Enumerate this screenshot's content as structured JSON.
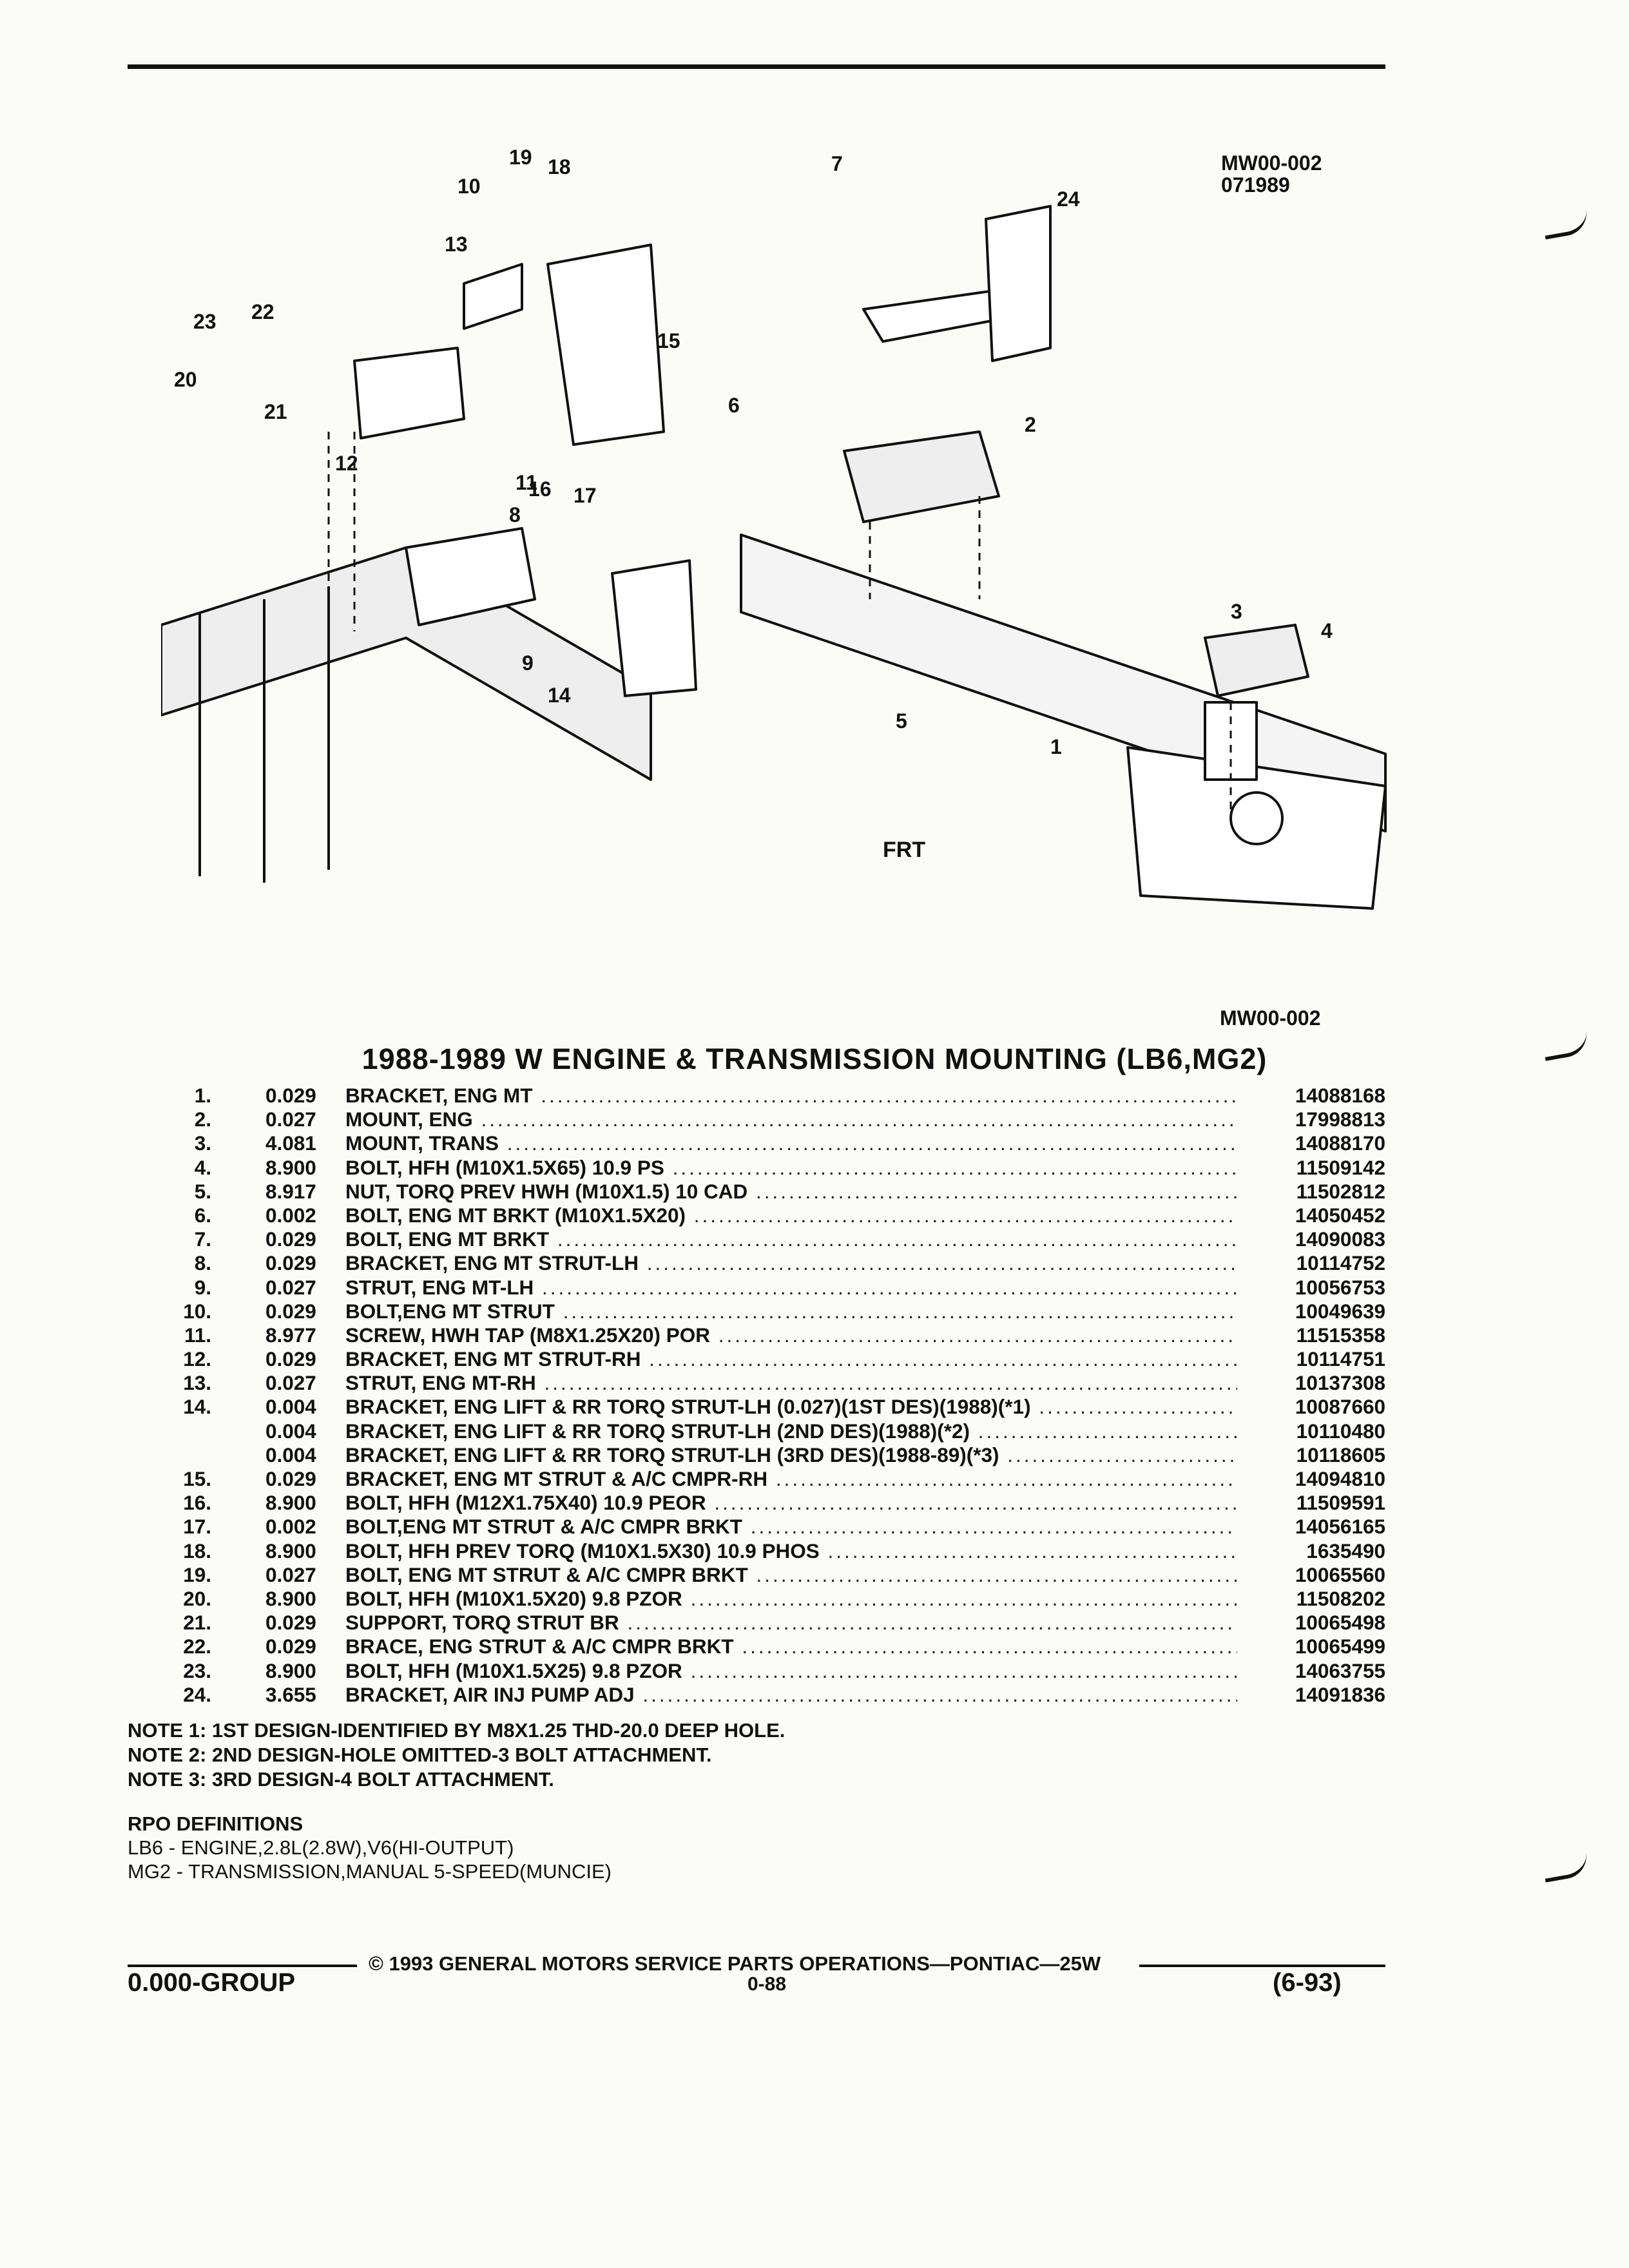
{
  "header": {
    "diagram_code": "MW00-002",
    "diagram_date": "071989"
  },
  "diagram": {
    "caption_code": "MW00-002",
    "front_marker": "FRT",
    "callouts": [
      "1",
      "2",
      "3",
      "4",
      "5",
      "6",
      "7",
      "8",
      "9",
      "10",
      "11",
      "12",
      "13",
      "14",
      "15",
      "16",
      "17",
      "18",
      "19",
      "20",
      "21",
      "22",
      "23",
      "24"
    ]
  },
  "title": "1988-1989 W ENGINE & TRANSMISSION MOUNTING (LB6,MG2)",
  "parts": [
    {
      "num": "1.",
      "qty": "0.029",
      "name": "BRACKET",
      "desc": ", ENG MT",
      "part": "14088168"
    },
    {
      "num": "2.",
      "qty": "0.027",
      "name": "MOUNT",
      "desc": ", ENG",
      "part": "17998813"
    },
    {
      "num": "3.",
      "qty": "4.081",
      "name": "MOUNT",
      "desc": ", TRANS",
      "part": "14088170"
    },
    {
      "num": "4.",
      "qty": "8.900",
      "name": "BOLT",
      "desc": ", HFH (M10X1.5X65) 10.9 PS",
      "part": "11509142"
    },
    {
      "num": "5.",
      "qty": "8.917",
      "name": "NUT",
      "desc": ", TORQ PREV HWH (M10X1.5) 10 CAD",
      "part": "11502812"
    },
    {
      "num": "6.",
      "qty": "0.002",
      "name": "BOLT",
      "desc": ", ENG MT BRKT (M10X1.5X20)",
      "part": "14050452"
    },
    {
      "num": "7.",
      "qty": "0.029",
      "name": "BOLT",
      "desc": ", ENG MT BRKT",
      "part": "14090083"
    },
    {
      "num": "8.",
      "qty": "0.029",
      "name": "BRACKET",
      "desc": ", ENG MT STRUT-LH",
      "part": "10114752"
    },
    {
      "num": "9.",
      "qty": "0.027",
      "name": "STRUT",
      "desc": ", ENG MT-LH",
      "part": "10056753"
    },
    {
      "num": "10.",
      "qty": "0.029",
      "name": "BOLT",
      "desc": ",ENG MT STRUT",
      "part": "10049639"
    },
    {
      "num": "11.",
      "qty": "8.977",
      "name": "SCREW",
      "desc": ", HWH TAP (M8X1.25X20) POR",
      "part": "11515358"
    },
    {
      "num": "12.",
      "qty": "0.029",
      "name": "BRACKET",
      "desc": ", ENG MT STRUT-RH",
      "part": "10114751"
    },
    {
      "num": "13.",
      "qty": "0.027",
      "name": "STRUT",
      "desc": ", ENG MT-RH",
      "part": "10137308"
    },
    {
      "num": "14.",
      "qty": "0.004",
      "name": "BRACKET",
      "desc": ", ENG LIFT & RR TORQ STRUT-LH (0.027)(1ST DES)(1988)(*1)",
      "part": "10087660"
    },
    {
      "num": "",
      "qty": "0.004",
      "name": "BRACKET",
      "desc": ", ENG LIFT & RR TORQ STRUT-LH (2ND DES)(1988)(*2)",
      "part": "10110480"
    },
    {
      "num": "",
      "qty": "0.004",
      "name": "BRACKET",
      "desc": ", ENG LIFT & RR TORQ STRUT-LH (3RD DES)(1988-89)(*3)",
      "part": "10118605"
    },
    {
      "num": "15.",
      "qty": "0.029",
      "name": "BRACKET",
      "desc": ", ENG MT STRUT & A/C CMPR-RH",
      "part": "14094810"
    },
    {
      "num": "16.",
      "qty": "8.900",
      "name": "BOLT",
      "desc": ", HFH (M12X1.75X40) 10.9 PEOR",
      "part": "11509591"
    },
    {
      "num": "17.",
      "qty": "0.002",
      "name": "BOLT",
      "desc": ",ENG MT STRUT & A/C CMPR BRKT",
      "part": "14056165"
    },
    {
      "num": "18.",
      "qty": "8.900",
      "name": "BOLT",
      "desc": ", HFH PREV TORQ (M10X1.5X30) 10.9 PHOS",
      "part": "1635490"
    },
    {
      "num": "19.",
      "qty": "0.027",
      "name": "BOLT",
      "desc": ", ENG MT STRUT & A/C CMPR BRKT",
      "part": "10065560"
    },
    {
      "num": "20.",
      "qty": "8.900",
      "name": "BOLT",
      "desc": ", HFH (M10X1.5X20) 9.8 PZOR",
      "part": "11508202"
    },
    {
      "num": "21.",
      "qty": "0.029",
      "name": "SUPPORT",
      "desc": ", TORQ STRUT BR",
      "part": "10065498"
    },
    {
      "num": "22.",
      "qty": "0.029",
      "name": "BRACE",
      "desc": ", ENG STRUT & A/C CMPR BRKT",
      "part": "10065499"
    },
    {
      "num": "23.",
      "qty": "8.900",
      "name": "BOLT",
      "desc": ", HFH (M10X1.5X25) 9.8 PZOR",
      "part": "14063755"
    },
    {
      "num": "24.",
      "qty": "3.655",
      "name": "BRACKET",
      "desc": ", AIR INJ PUMP ADJ",
      "part": "14091836"
    }
  ],
  "notes": [
    "NOTE  1:  1ST DESIGN-IDENTIFIED BY M8X1.25 THD-20.0 DEEP HOLE.",
    "NOTE  2:  2ND DESIGN-HOLE OMITTED-3 BOLT ATTACHMENT.",
    "NOTE  3:  3RD DESIGN-4 BOLT ATTACHMENT."
  ],
  "rpo": {
    "heading": "RPO DEFINITIONS",
    "items": [
      "LB6 - ENGINE,2.8L(2.8W),V6(HI-OUTPUT)",
      "MG2 - TRANSMISSION,MANUAL 5-SPEED(MUNCIE)"
    ]
  },
  "footer": {
    "copyright": "© 1993 GENERAL MOTORS SERVICE PARTS OPERATIONS—PONTIAC—25W",
    "group": "0.000-GROUP",
    "page": "0-88",
    "date": "(6-93)"
  }
}
